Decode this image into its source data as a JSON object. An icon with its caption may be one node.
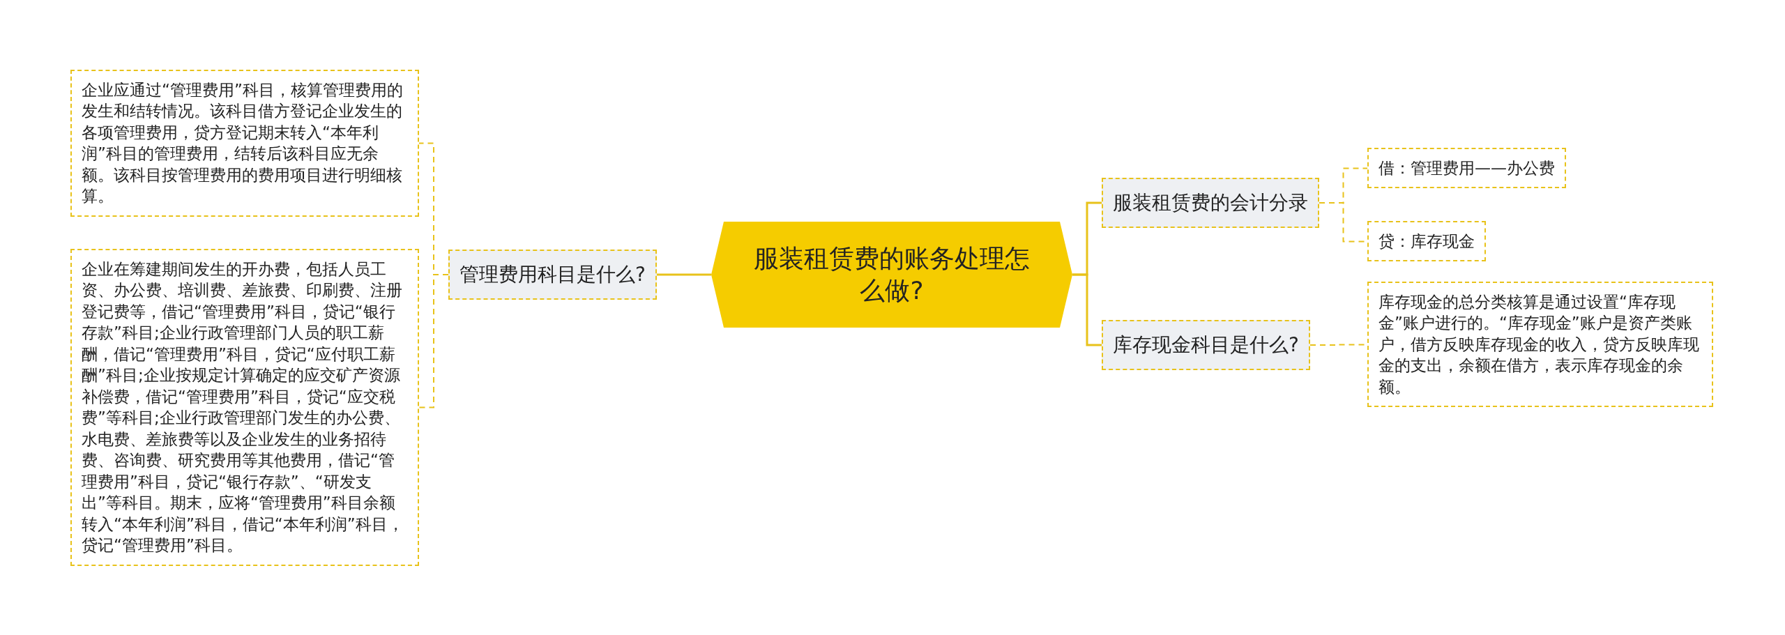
{
  "diagram": {
    "nodes": [
      {
        "text": [
          "服装租赁费的账务处理怎么做?"
        ]
      },
      {
        "text": [
          "管理费用科目是什么?"
        ]
      },
      {
        "text": [
          "企业应通过“管理费用”科目，核算管理费用的发生和结转情况。该科目借方登记企业发生的各项管理费用，贷方登记期末转入“本年利润”科目的管理费用，结转后该科目应无余额。该科目按管理费用的费用项目进行明细核算。"
        ]
      },
      {
        "text": [
          "企业在筹建期间发生的开办费，包括人员工资、办公费、培训费、差旅费、印刷费、注册登记费等，借记“管理费用”科目，贷记“银行存款”科目;企业行政管理部门人员的职工薪酬，借记“管理费用”科目，贷记“应付职工薪酬”科目;企业按规定计算确定的应交矿产资源补偿费，借记“管理费用”科目，贷记“应交税费”等科目;企业行政管理部门发生的办公费、水电费、差旅费等以及企业发生的业务招待费、咨询费、研究费用等其他费用，借记“管理费用”科目，贷记“银行存款”、“研发支出”等科目。期末，应将“管理费用”科目余额转入“本年利润”科目，借记“本年利润”科目，贷记“管理费用”科目。"
        ]
      },
      {
        "text": [
          "服装租赁费的会计分录"
        ]
      },
      {
        "text": [
          "借：管理费用——办公费"
        ]
      },
      {
        "text": [
          "贷：库存现金"
        ]
      },
      {
        "text": [
          "库存现金科目是什么?"
        ]
      },
      {
        "text": [
          "库存现金的总分类核算是通过设置“库存现金”账户进行的。“库存现金”账户是资产类账户，借方反映库存现金的收入，贷方反映库现金的支出，余额在借方，表示库存现金的余额。"
        ]
      }
    ],
    "edges": [
      {
        "from": 0,
        "to": 1,
        "arrow": "none"
      },
      {
        "from": 1,
        "to": 2,
        "arrow": "none",
        "style": "dashed"
      },
      {
        "from": 1,
        "to": 3,
        "arrow": "none",
        "style": "dashed"
      },
      {
        "from": 0,
        "to": 4,
        "arrow": "none"
      },
      {
        "from": 4,
        "to": 5,
        "arrow": "none",
        "style": "dashed"
      },
      {
        "from": 4,
        "to": 6,
        "arrow": "none",
        "style": "dashed"
      },
      {
        "from": 0,
        "to": 7,
        "arrow": "none"
      },
      {
        "from": 7,
        "to": 8,
        "arrow": "none",
        "style": "dashed"
      }
    ]
  }
}
